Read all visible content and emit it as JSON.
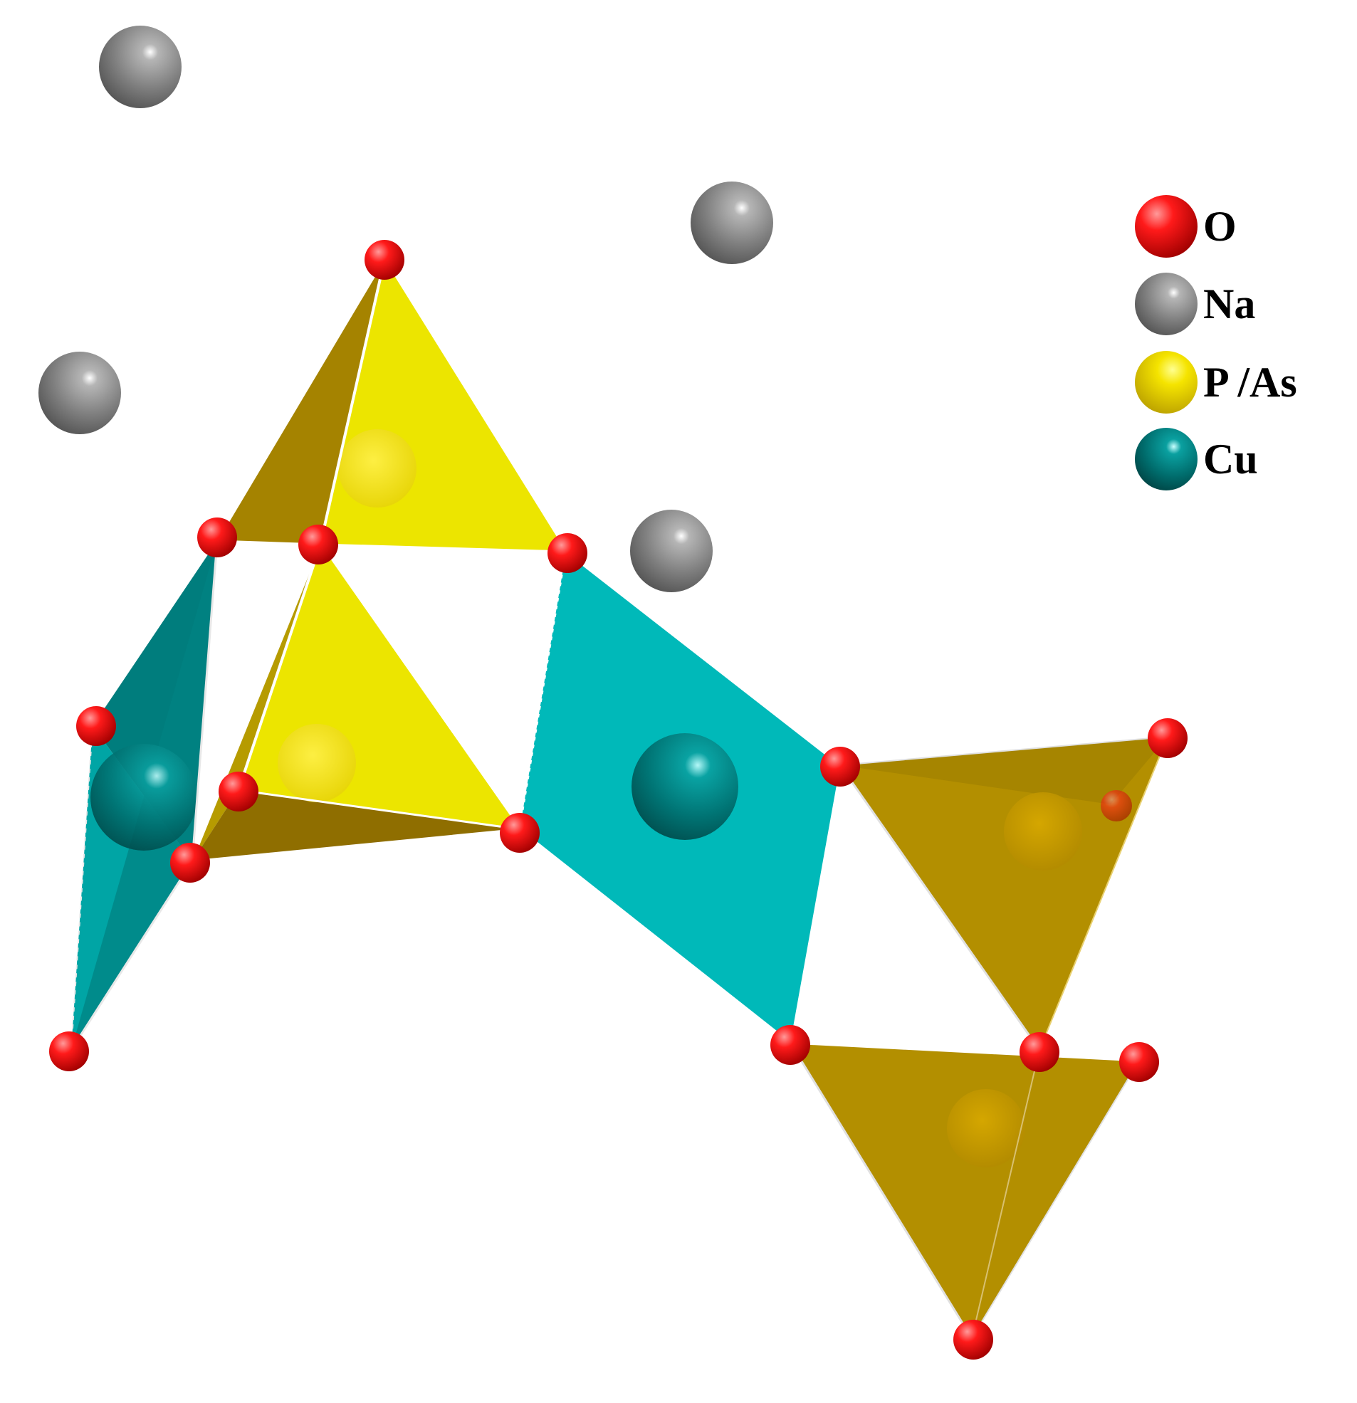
{
  "colors": {
    "O": "#ee1111",
    "Na": "#7f7f7f",
    "P_As_light": "#ece500",
    "P_As_dark": "#b38f00",
    "P_As_shadow": "#8f6e00",
    "Cu_light": "#00b9b9",
    "Cu_dark": "#007a7a",
    "Cu_atom": "#006c6c"
  },
  "legend": {
    "items": [
      {
        "key": "O",
        "label": "O",
        "color": "#ee1111"
      },
      {
        "key": "Na",
        "label": "Na",
        "color": "#7f7f7f"
      },
      {
        "key": "P_As",
        "label": "P /As",
        "color": "#ecd000"
      },
      {
        "key": "Cu",
        "label": "Cu",
        "color": "#007575"
      }
    ]
  }
}
